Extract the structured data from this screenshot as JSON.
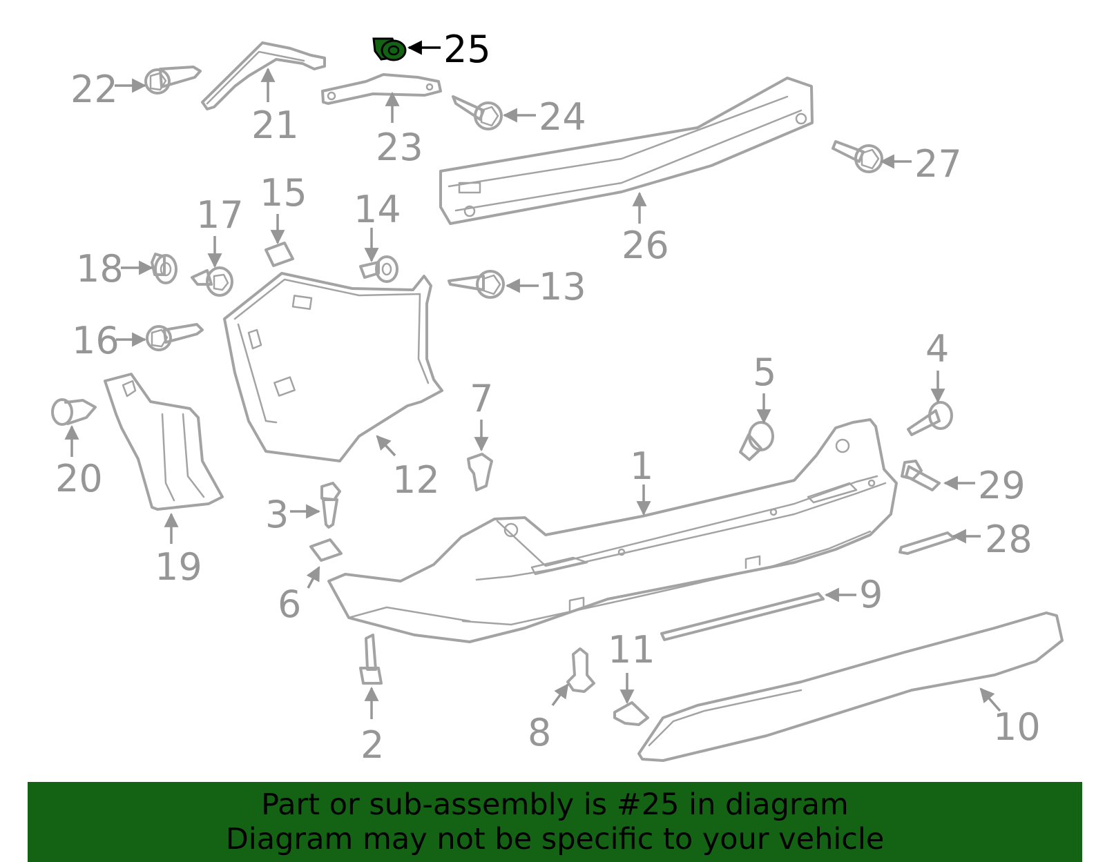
{
  "callouts": [
    "1",
    "2",
    "3",
    "4",
    "5",
    "6",
    "7",
    "8",
    "9",
    "10",
    "11",
    "12",
    "13",
    "14",
    "15",
    "16",
    "17",
    "18",
    "19",
    "20",
    "21",
    "22",
    "23",
    "24",
    "25",
    "26",
    "27",
    "28",
    "29"
  ],
  "highlighted_part": "25",
  "highlight_color": "#146314",
  "banner": {
    "line1": "Part or sub-assembly is #25 in diagram",
    "line2": "Diagram may not be specific to your vehicle"
  }
}
